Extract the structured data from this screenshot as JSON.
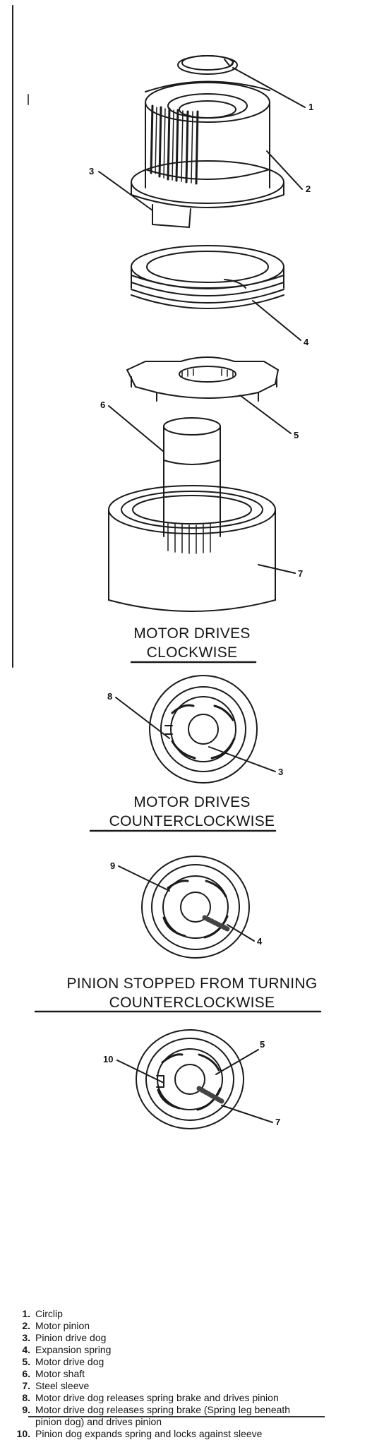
{
  "captions": {
    "clockwise": [
      "MOTOR DRIVES",
      "CLOCKWISE"
    ],
    "counterclockwise": [
      "MOTOR DRIVES",
      "COUNTERCLOCKWISE"
    ],
    "stopped": [
      "PINION STOPPED FROM TURNING",
      "COUNTERCLOCKWISE"
    ]
  },
  "callouts": {
    "c1": "1",
    "c2": "2",
    "c3": "3",
    "c4": "4",
    "c5": "5",
    "c6": "6",
    "c7": "7",
    "v1_8": "8",
    "v1_3": "3",
    "v2_9": "9",
    "v2_4": "4",
    "v3_10": "10",
    "v3_5": "5",
    "v3_7": "7"
  },
  "legend": [
    {
      "num": "1.",
      "text": "Circlip"
    },
    {
      "num": "2.",
      "text": "Motor pinion"
    },
    {
      "num": "3.",
      "text": "Pinion drive dog"
    },
    {
      "num": "4.",
      "text": "Expansion spring"
    },
    {
      "num": "5.",
      "text": "Motor drive dog"
    },
    {
      "num": "6.",
      "text": "Motor shaft"
    },
    {
      "num": "7.",
      "text": "Steel sleeve"
    },
    {
      "num": "8.",
      "text": "Motor drive dog releases spring brake and drives pinion"
    },
    {
      "num": "9.",
      "text": "Motor drive dog releases spring brake (Spring leg beneath pinion dog) and drives pinion"
    },
    {
      "num": "10.",
      "text": "Pinion dog expands spring and locks against sleeve"
    }
  ]
}
